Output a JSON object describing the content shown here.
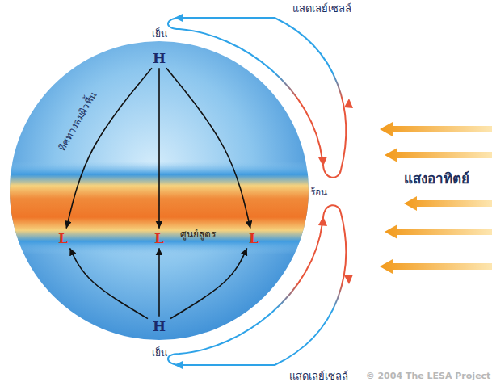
{
  "diagram": {
    "nodes": [
      {
        "text": [
          "H"
        ]
      },
      {
        "text": [
          "L"
        ]
      },
      {
        "text": [
          "L"
        ]
      },
      {
        "text": [
          "L"
        ]
      },
      {
        "text": [
          "H"
        ]
      }
    ],
    "edges": [
      {
        "from": 0,
        "to": 1,
        "arrow": "to"
      },
      {
        "from": 0,
        "to": 2,
        "arrow": "to"
      },
      {
        "from": 0,
        "to": 3,
        "arrow": "to"
      },
      {
        "from": 4,
        "to": 1,
        "arrow": "to"
      },
      {
        "from": 4,
        "to": 2,
        "arrow": "to"
      },
      {
        "from": 4,
        "to": 3,
        "arrow": "to"
      }
    ],
    "labels": [
      "แสดเลย์เซลล์",
      "เย็น",
      "ทิศทางลมผิวพื้น",
      "ร้อน",
      "แสงอาทิตย์",
      "ศูนย์สูตร",
      "เย็น",
      "แสดเลย์เซลล์",
      "© 2004 The LESA Project"
    ]
  }
}
